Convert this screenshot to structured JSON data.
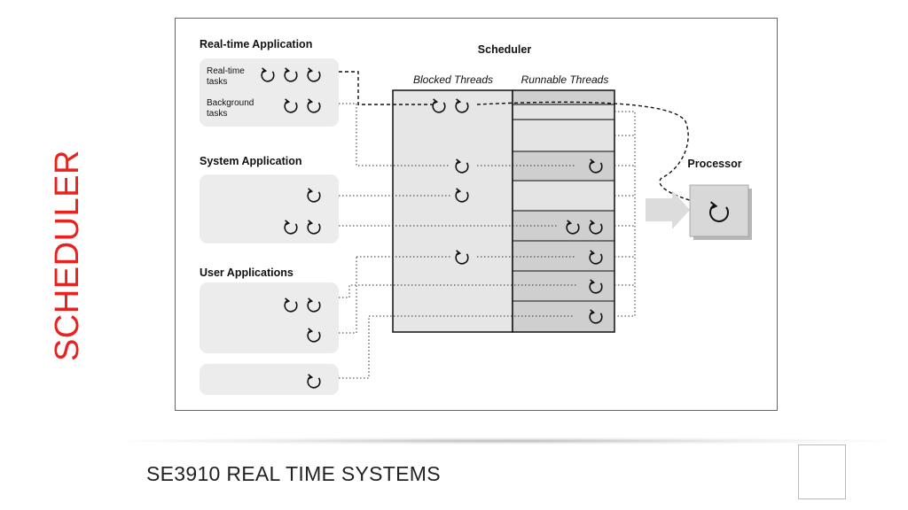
{
  "slide": {
    "side_title": "SCHEDULER",
    "footer": "SE3910 REAL TIME SYSTEMS"
  },
  "diagram": {
    "realtime_app_title": "Real-time Application",
    "realtime_tasks_label_1": "Real-time",
    "realtime_tasks_label_2": "tasks",
    "background_tasks_label_1": "Background",
    "background_tasks_label_2": "tasks",
    "system_app_title": "System Application",
    "user_apps_title": "User Applications",
    "scheduler_title": "Scheduler",
    "blocked_threads_label": "Blocked Threads",
    "runnable_threads_label": "Runnable Threads",
    "processor_label": "Processor"
  },
  "colors": {
    "side_title": "#e8231f",
    "panel_fill": "#ececec",
    "blocked_fill": "#e6e6e6",
    "runnable_fill": "#cfcfcf"
  }
}
